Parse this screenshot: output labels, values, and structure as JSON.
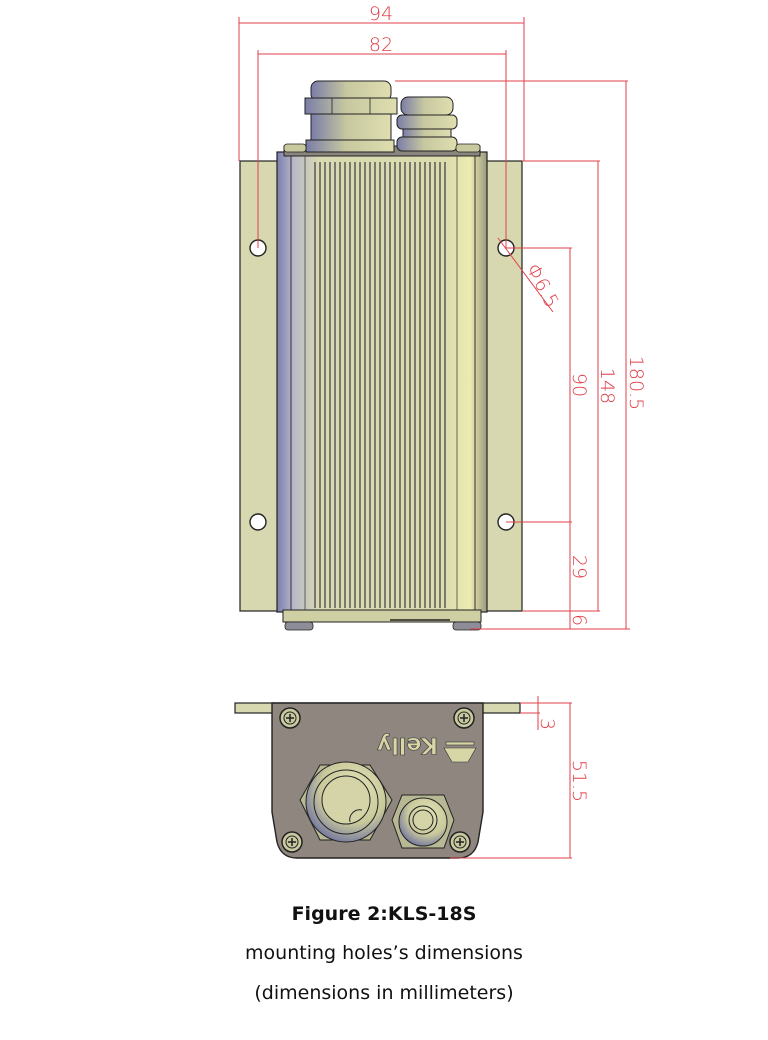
{
  "figure": {
    "title": "Figure 2:KLS-18S",
    "subtitle": "mounting holes’s dimensions",
    "units_note": "(dimensions in millimeters)"
  },
  "top_view": {
    "dimensions": {
      "overall_width": "94",
      "hole_spacing_width": "82",
      "hole_diameter": "Φ6.5",
      "overall_length": "180.5",
      "plate_length": "148",
      "hole_spacing_length": "90",
      "hole_to_plate_edge": "29",
      "plate_offset": "6"
    },
    "mounting_holes": 4,
    "cable_glands": [
      "large-gland",
      "small-gland"
    ]
  },
  "end_view": {
    "dimensions": {
      "flange_thickness": "3",
      "overall_height": "51.5"
    },
    "logo_text": "Kelly",
    "screws": 4
  },
  "colors": {
    "dimension_line": "#e0404a",
    "plate_fill": "#d8d8b0",
    "housing_fill": "#8f877f",
    "gland_fill": "#c8c89a",
    "outline": "#222222"
  }
}
